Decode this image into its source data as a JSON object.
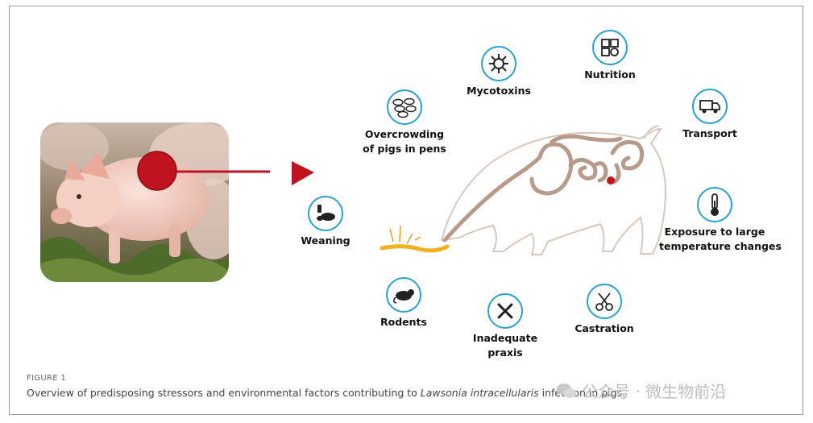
{
  "figure": {
    "label": "FIGURE 1",
    "caption_pre": "Overview of predisposing stressors and environmental factors contributing to ",
    "caption_italic": "Lawsonia intracellularis",
    "caption_post": " infection in pigs."
  },
  "stressors": [
    {
      "id": "mycotoxins",
      "label": "Mycotoxins",
      "icon": "virus-icon"
    },
    {
      "id": "nutrition",
      "label": "Nutrition",
      "icon": "feed-icon"
    },
    {
      "id": "overcrowding",
      "label_lines": [
        "Overcrowding",
        "of pigs in pens"
      ],
      "icon": "crowd-icon"
    },
    {
      "id": "transport",
      "label": "Transport",
      "icon": "truck-icon"
    },
    {
      "id": "weaning",
      "label": "Weaning",
      "icon": "sow-bottle-icon"
    },
    {
      "id": "temperature",
      "label_lines": [
        "Exposure to large",
        "temperature changes"
      ],
      "icon": "thermometer-icon"
    },
    {
      "id": "rodents",
      "label": "Rodents",
      "icon": "rat-icon"
    },
    {
      "id": "praxis",
      "label_lines": [
        "Inadequate",
        "praxis"
      ],
      "icon": "cross-icon"
    },
    {
      "id": "castration",
      "label": "Castration",
      "icon": "scissors-icon"
    }
  ],
  "watermark": "公众号 · 微生物前沿",
  "colors": {
    "ring": "#2a9fd0",
    "accent_red": "#c0121f",
    "gut": "#b89a8a",
    "outline": "#d9c7bc",
    "feces": "#f2b01e"
  }
}
